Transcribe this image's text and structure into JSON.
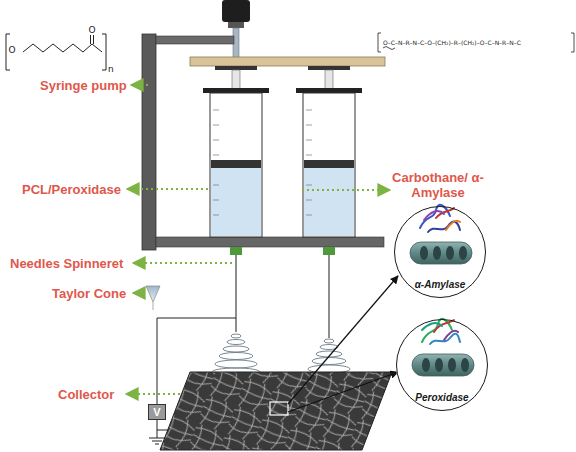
{
  "diagram": {
    "nodes": [
      {
        "text": [
          "α-Amylase"
        ]
      },
      {
        "text": [
          "Peroxidase"
        ]
      },
      {
        "text": [
          "V"
        ]
      }
    ],
    "labels": [
      "O",
      "O",
      "n",
      "O–C–N–R–N–C–O–(CH₂)–R–(CH₂)–O–C–N–R–N–C",
      "Syringe pump",
      "PCL/Peroxidase",
      "Carbothane/ α-Amylase",
      "Needles Spinneret",
      "Taylor Cone",
      "Collector"
    ]
  }
}
